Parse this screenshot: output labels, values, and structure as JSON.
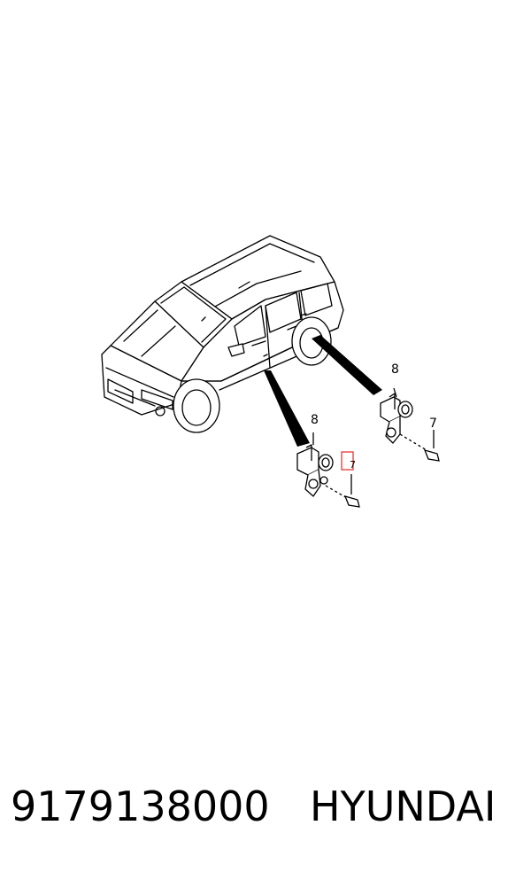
{
  "diagram": {
    "callouts": {
      "rear_bracket_label": "8",
      "rear_bolt_label": "7",
      "front_bracket_label": "8",
      "front_bolt_label": "7"
    },
    "highlight_color": "#e53935"
  },
  "caption": {
    "part_number": "9179138000",
    "brand": "HYUNDAI"
  }
}
